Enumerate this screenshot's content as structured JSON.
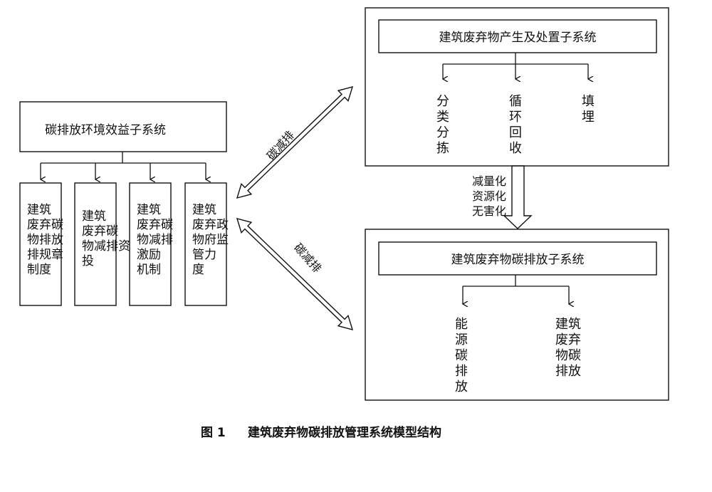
{
  "left_system": {
    "title": "碳排放环境效益子系统",
    "columns": [
      [
        "建筑",
        "废弃碳",
        "物排放",
        "排规章",
        "制度"
      ],
      [
        "建筑",
        "废弃碳",
        "物减排资",
        "投"
      ],
      [
        "建筑",
        "废弃碳",
        "物减排",
        "激励",
        "机制"
      ],
      [
        "建筑",
        "废弃政",
        "物府监",
        "管力",
        "度"
      ]
    ]
  },
  "top_system": {
    "title": "建筑废弃物产生及处置子系统",
    "items": [
      "分类分拣",
      "循环回收",
      "填埋"
    ]
  },
  "bottom_system": {
    "title": "建筑废弃物碳排放子系统",
    "items": [
      [
        "能",
        "源",
        "碳",
        "排",
        "放"
      ],
      [
        "建筑",
        "废弃",
        "物碳",
        "排放"
      ]
    ]
  },
  "arrow_labels": {
    "upper": "碳减排",
    "lower": "碳减排",
    "middle": [
      "减量化",
      "资源化",
      "无害化"
    ]
  },
  "caption": {
    "figure_no": "图 1",
    "text": "建筑废弃物碳排放管理系统模型结构"
  }
}
